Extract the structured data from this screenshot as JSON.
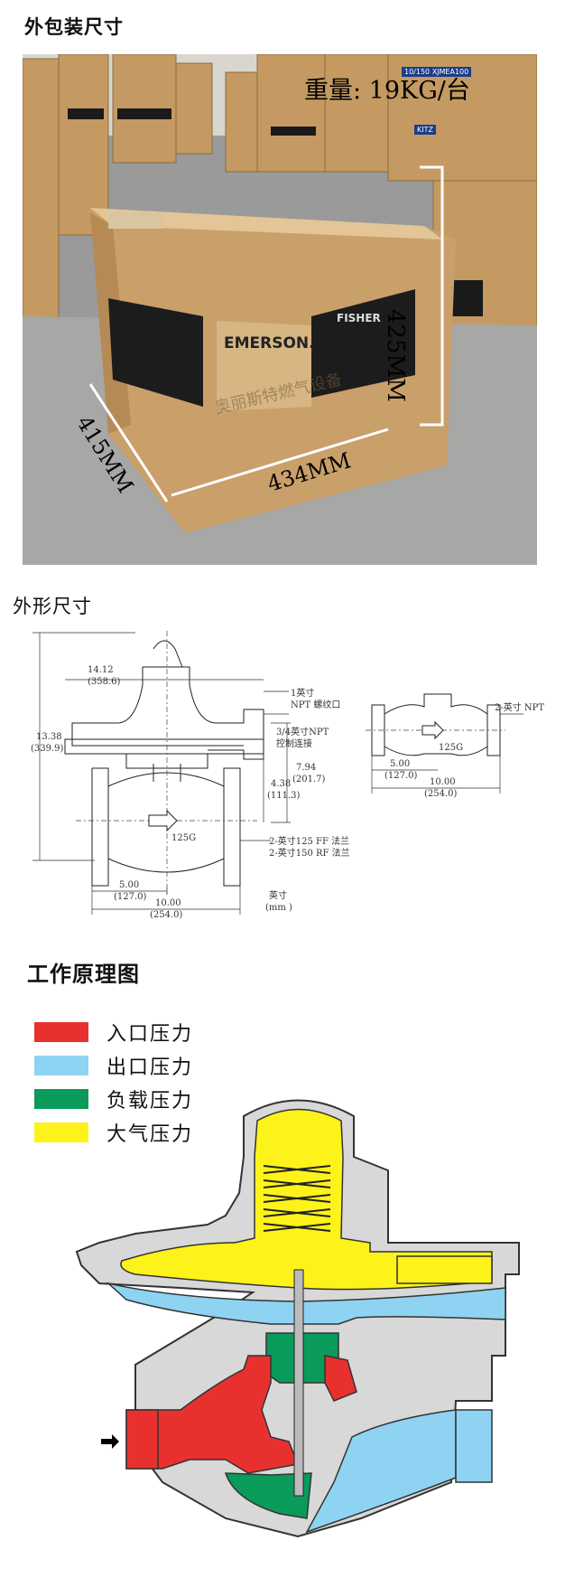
{
  "sections": {
    "packaging_title": "外包装尺寸",
    "outline_title": "外形尺寸",
    "principle_title": "工作原理图"
  },
  "photo": {
    "weight": "重量: 19KG/台",
    "height_dim": "425MM",
    "width_dim": "434MM",
    "depth_dim": "415MM",
    "brand_left": "EMERSON.",
    "brand_right": "FISHER",
    "watermark": "奥丽斯特燃气设备",
    "label_a": "KITZ",
    "label_b": "10/150 XJMEA100"
  },
  "drawing": {
    "overall_height": "13.38",
    "overall_height_mm": "(339.9)",
    "top_width": "14.12",
    "top_width_mm": "(358.6)",
    "npt_1": "1英寸",
    "npt_1b": "NPT  螺纹口",
    "npt_34": "3/4英寸NPT",
    "npt_34b": "控制连接",
    "h_794": "7.94",
    "h_794_mm": "(201.7)",
    "h_438": "4.38",
    "h_438_mm": "(111.3)",
    "body_code": "125G",
    "half_len": "5.00",
    "half_len_mm": "(127.0)",
    "full_len": "10.00",
    "full_len_mm": "(254.0)",
    "flange_1": "2-英寸125 FF 法兰",
    "flange_2": "2-英寸150 RF 法兰",
    "unit_1": "英寸",
    "unit_2": "(mm  )",
    "side_npt": "2-英寸 NPT",
    "side_code": "125G",
    "side_half": "5.00",
    "side_half_mm": "(127.0)",
    "side_full": "10.00",
    "side_full_mm": "(254.0)"
  },
  "legend": [
    {
      "label": "入口压力",
      "color": "#e8312e"
    },
    {
      "label": "出口压力",
      "color": "#8fd3f2"
    },
    {
      "label": "负载压力",
      "color": "#0a9a5a"
    },
    {
      "label": "大气压力",
      "color": "#fdf21a"
    }
  ]
}
